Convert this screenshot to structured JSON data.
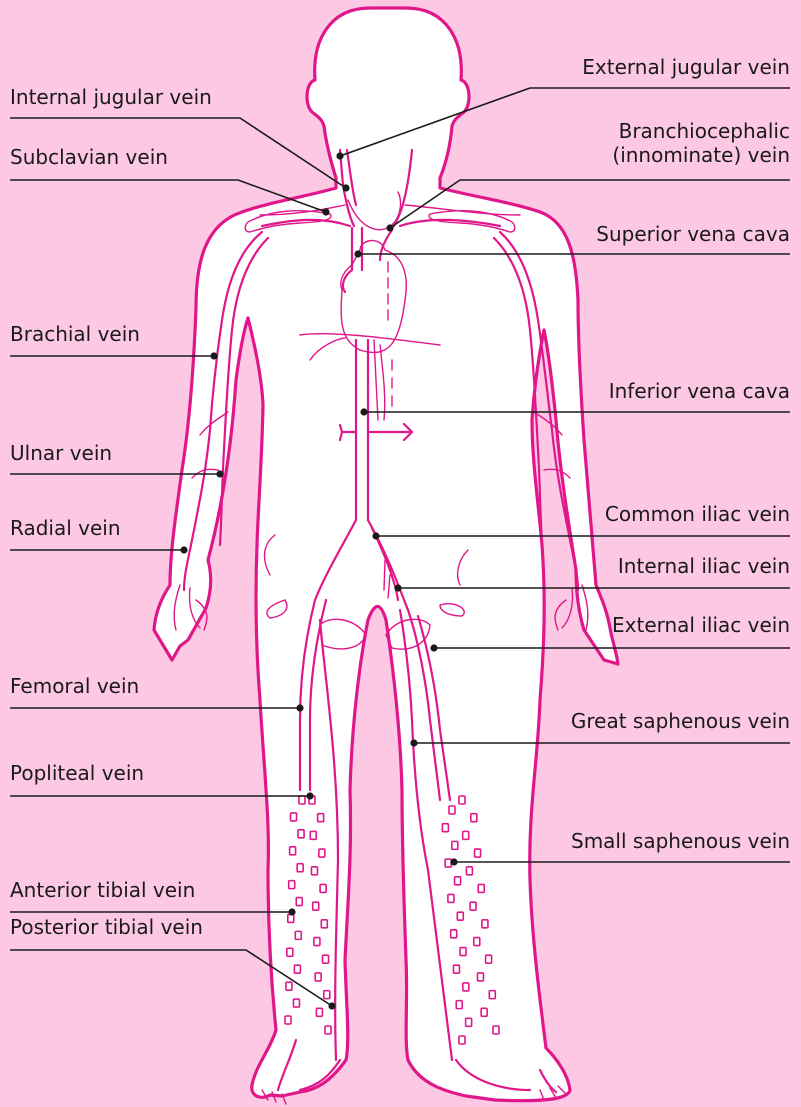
{
  "colors": {
    "background": "#fcc8e4",
    "vein": "#e0178a",
    "body_fill": "#ffffff",
    "label_text": "#1a1a1a"
  },
  "labels_left": [
    {
      "id": "internal-jugular-vein",
      "lines": [
        "Internal jugular vein"
      ]
    },
    {
      "id": "subclavian-vein",
      "lines": [
        "Subclavian vein"
      ]
    },
    {
      "id": "brachial-vein",
      "lines": [
        "Brachial vein"
      ]
    },
    {
      "id": "ulnar-vein",
      "lines": [
        "Ulnar vein"
      ]
    },
    {
      "id": "radial-vein",
      "lines": [
        "Radial vein"
      ]
    },
    {
      "id": "femoral-vein",
      "lines": [
        "Femoral vein"
      ]
    },
    {
      "id": "popliteal-vein",
      "lines": [
        "Popliteal vein"
      ]
    },
    {
      "id": "anterior-tibial-vein",
      "lines": [
        "Anterior tibial vein"
      ]
    },
    {
      "id": "posterior-tibial-vein",
      "lines": [
        "Posterior tibial vein"
      ]
    }
  ],
  "labels_right": [
    {
      "id": "external-jugular-vein",
      "lines": [
        "External jugular vein"
      ]
    },
    {
      "id": "brachiocephalic-vein",
      "lines": [
        "Branchiocephalic",
        "(innominate) vein"
      ]
    },
    {
      "id": "superior-vena-cava",
      "lines": [
        "Superior vena cava"
      ]
    },
    {
      "id": "inferior-vena-cava",
      "lines": [
        "Inferior vena cava"
      ]
    },
    {
      "id": "common-iliac-vein",
      "lines": [
        "Common iliac vein"
      ]
    },
    {
      "id": "internal-iliac-vein",
      "lines": [
        "Internal iliac vein"
      ]
    },
    {
      "id": "external-iliac-vein",
      "lines": [
        "External iliac vein"
      ]
    },
    {
      "id": "great-saphenous-vein",
      "lines": [
        "Great saphenous vein"
      ]
    },
    {
      "id": "small-saphenous-vein",
      "lines": [
        "Small saphenous vein"
      ]
    }
  ]
}
